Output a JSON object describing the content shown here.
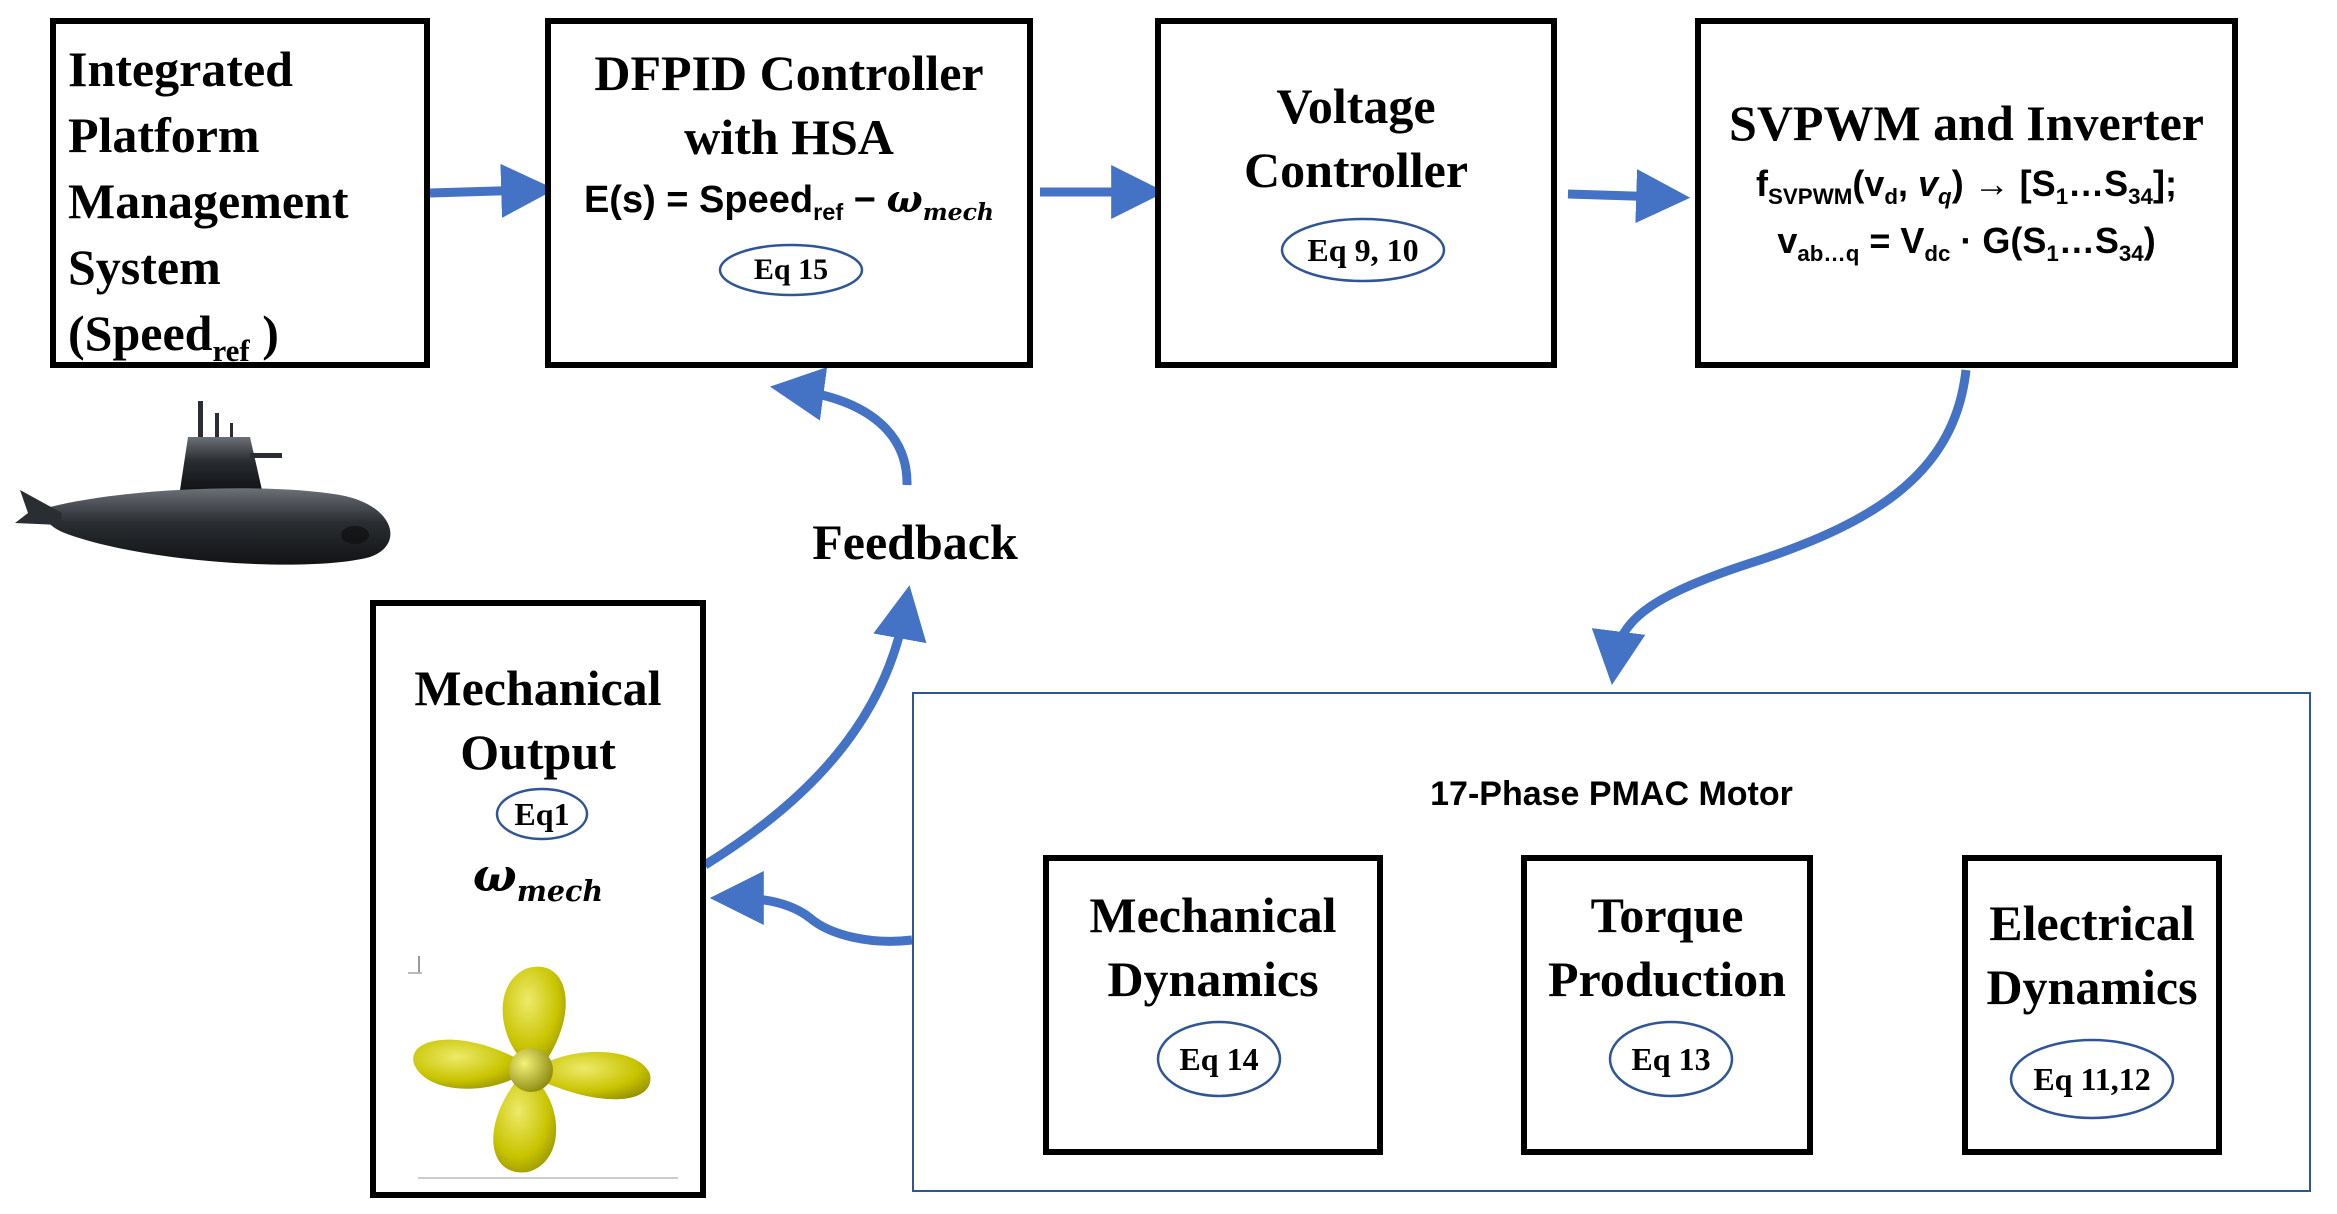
{
  "ipms": {
    "line1": "Integrated",
    "line2": "Platform",
    "line3": "Management",
    "line4": "System",
    "line5_prefix": "(Speed",
    "line5_sub": "ref",
    "line5_suffix": " )"
  },
  "dfpid": {
    "title1": "DFPID Controller",
    "title2": "with HSA",
    "eq_prefix": "E(s) = Speed",
    "eq_sub": "ref",
    "eq_minus": " − ",
    "eq_omega": "ω",
    "eq_omega_sub": "mech",
    "ref": "Eq 15"
  },
  "voltage": {
    "line1": "Voltage",
    "line2": "Controller",
    "ref": "Eq 9, 10"
  },
  "svpwm": {
    "title": "SVPWM and Inverter",
    "l1_f": "f",
    "l1_fsub": "SVPWM",
    "l1_open": "(v",
    "l1_vd_sub": "d",
    "l1_comma": ", ",
    "l1_vq": "v",
    "l1_vq_sub": "q",
    "l1_arrow": ") → [S",
    "l1_s1": "1",
    "l1_dots": "…S",
    "l1_s34": "34",
    "l1_end": "];",
    "l2_v": "v",
    "l2_vsub": "ab…q",
    "l2_eq": " = V",
    "l2_dc": "dc",
    "l2_g": " · G(S",
    "l2_s1": "1",
    "l2_dots": "…S",
    "l2_s34": "34",
    "l2_end": ")"
  },
  "feedback": "Feedback",
  "mech_output": {
    "line1": "Mechanical",
    "line2": "Output",
    "ref": "Eq1",
    "omega": "ω",
    "omega_sub": "mech"
  },
  "motor": {
    "title": "17-Phase PMAC Motor",
    "mech_dyn": {
      "line1": "Mechanical",
      "line2": "Dynamics",
      "ref": "Eq 14"
    },
    "torque": {
      "line1": "Torque",
      "line2": "Production",
      "ref": "Eq 13"
    },
    "elec_dyn": {
      "line1": "Electrical",
      "line2": "Dynamics",
      "ref": "Eq 11,12"
    }
  },
  "colors": {
    "arrow_blue": "#4472C4",
    "ellipse_blue": "#2F5597",
    "motor_border": "#2F5597",
    "propeller": "#C8C400",
    "submarine": "#2a2d31"
  }
}
